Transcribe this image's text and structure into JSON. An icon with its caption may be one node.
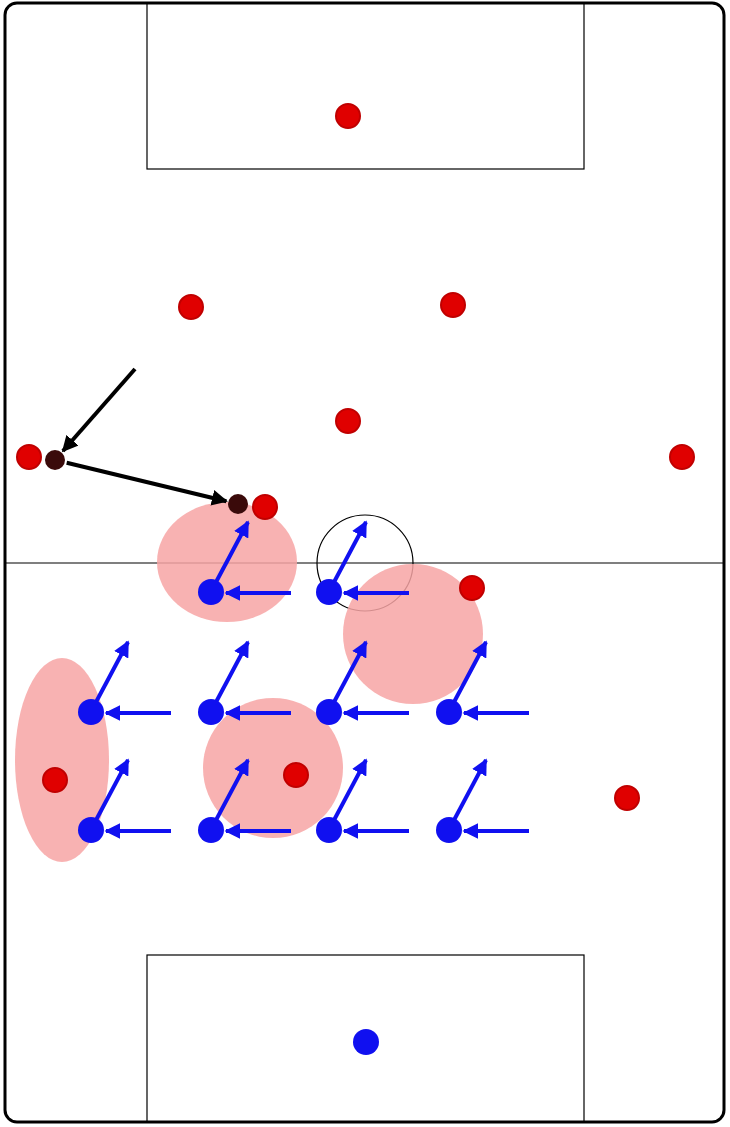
{
  "diagram": {
    "nodes": [
      {
        "text": [],
        "shape": "circle"
      },
      {
        "text": [],
        "shape": "circle"
      }
    ],
    "edges": [
      {
        "from": null,
        "to": 0,
        "arrow": "to"
      },
      {
        "from": 0,
        "to": 1,
        "arrow": "to"
      }
    ]
  }
}
